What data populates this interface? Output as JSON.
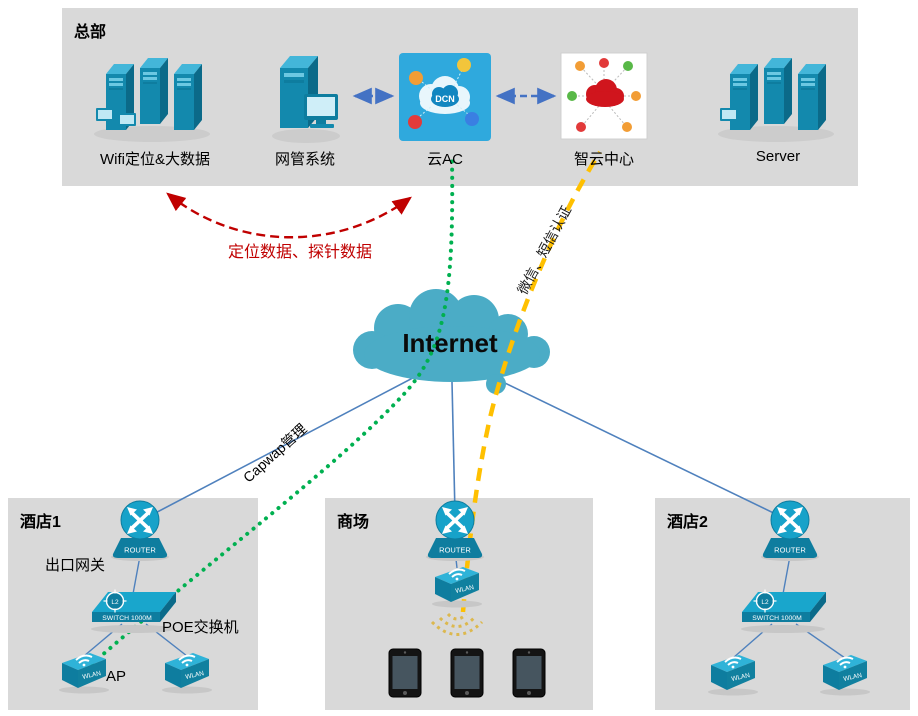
{
  "headquarters": {
    "title": "总部",
    "labels": {
      "wifi_bigdata": "Wifi定位&大数据",
      "nms": "网管系统",
      "cloud_ac": "云AC",
      "smart_cloud": "智云中心",
      "server": "Server"
    }
  },
  "cloud_ac_icon": {
    "text": "DCN"
  },
  "internet": {
    "label": "Internet"
  },
  "flows": {
    "positioning": "定位数据、探针数据",
    "capwap": "Capwap管理",
    "auth": "微信、短信认证"
  },
  "device_labels": {
    "router": "ROUTER",
    "switch": "SWITCH 1000M",
    "wlan": "WLAN",
    "l2": "L2"
  },
  "sites": {
    "hotel1": {
      "title": "酒店1",
      "gateway": "出口网关",
      "poe_switch": "POE交换机",
      "ap": "AP"
    },
    "mall": {
      "title": "商场"
    },
    "hotel2": {
      "title": "酒店2"
    }
  },
  "colors": {
    "region_bg": "#d9d9d9",
    "device_teal": "#1389ad",
    "internet_cloud": "#4BACC6",
    "wan_line": "#4f81bd",
    "capwap_green": "#00B050",
    "auth_yellow": "#FFC000",
    "positioning_red": "#C00000",
    "mgmt_blue": "#4472C4"
  }
}
